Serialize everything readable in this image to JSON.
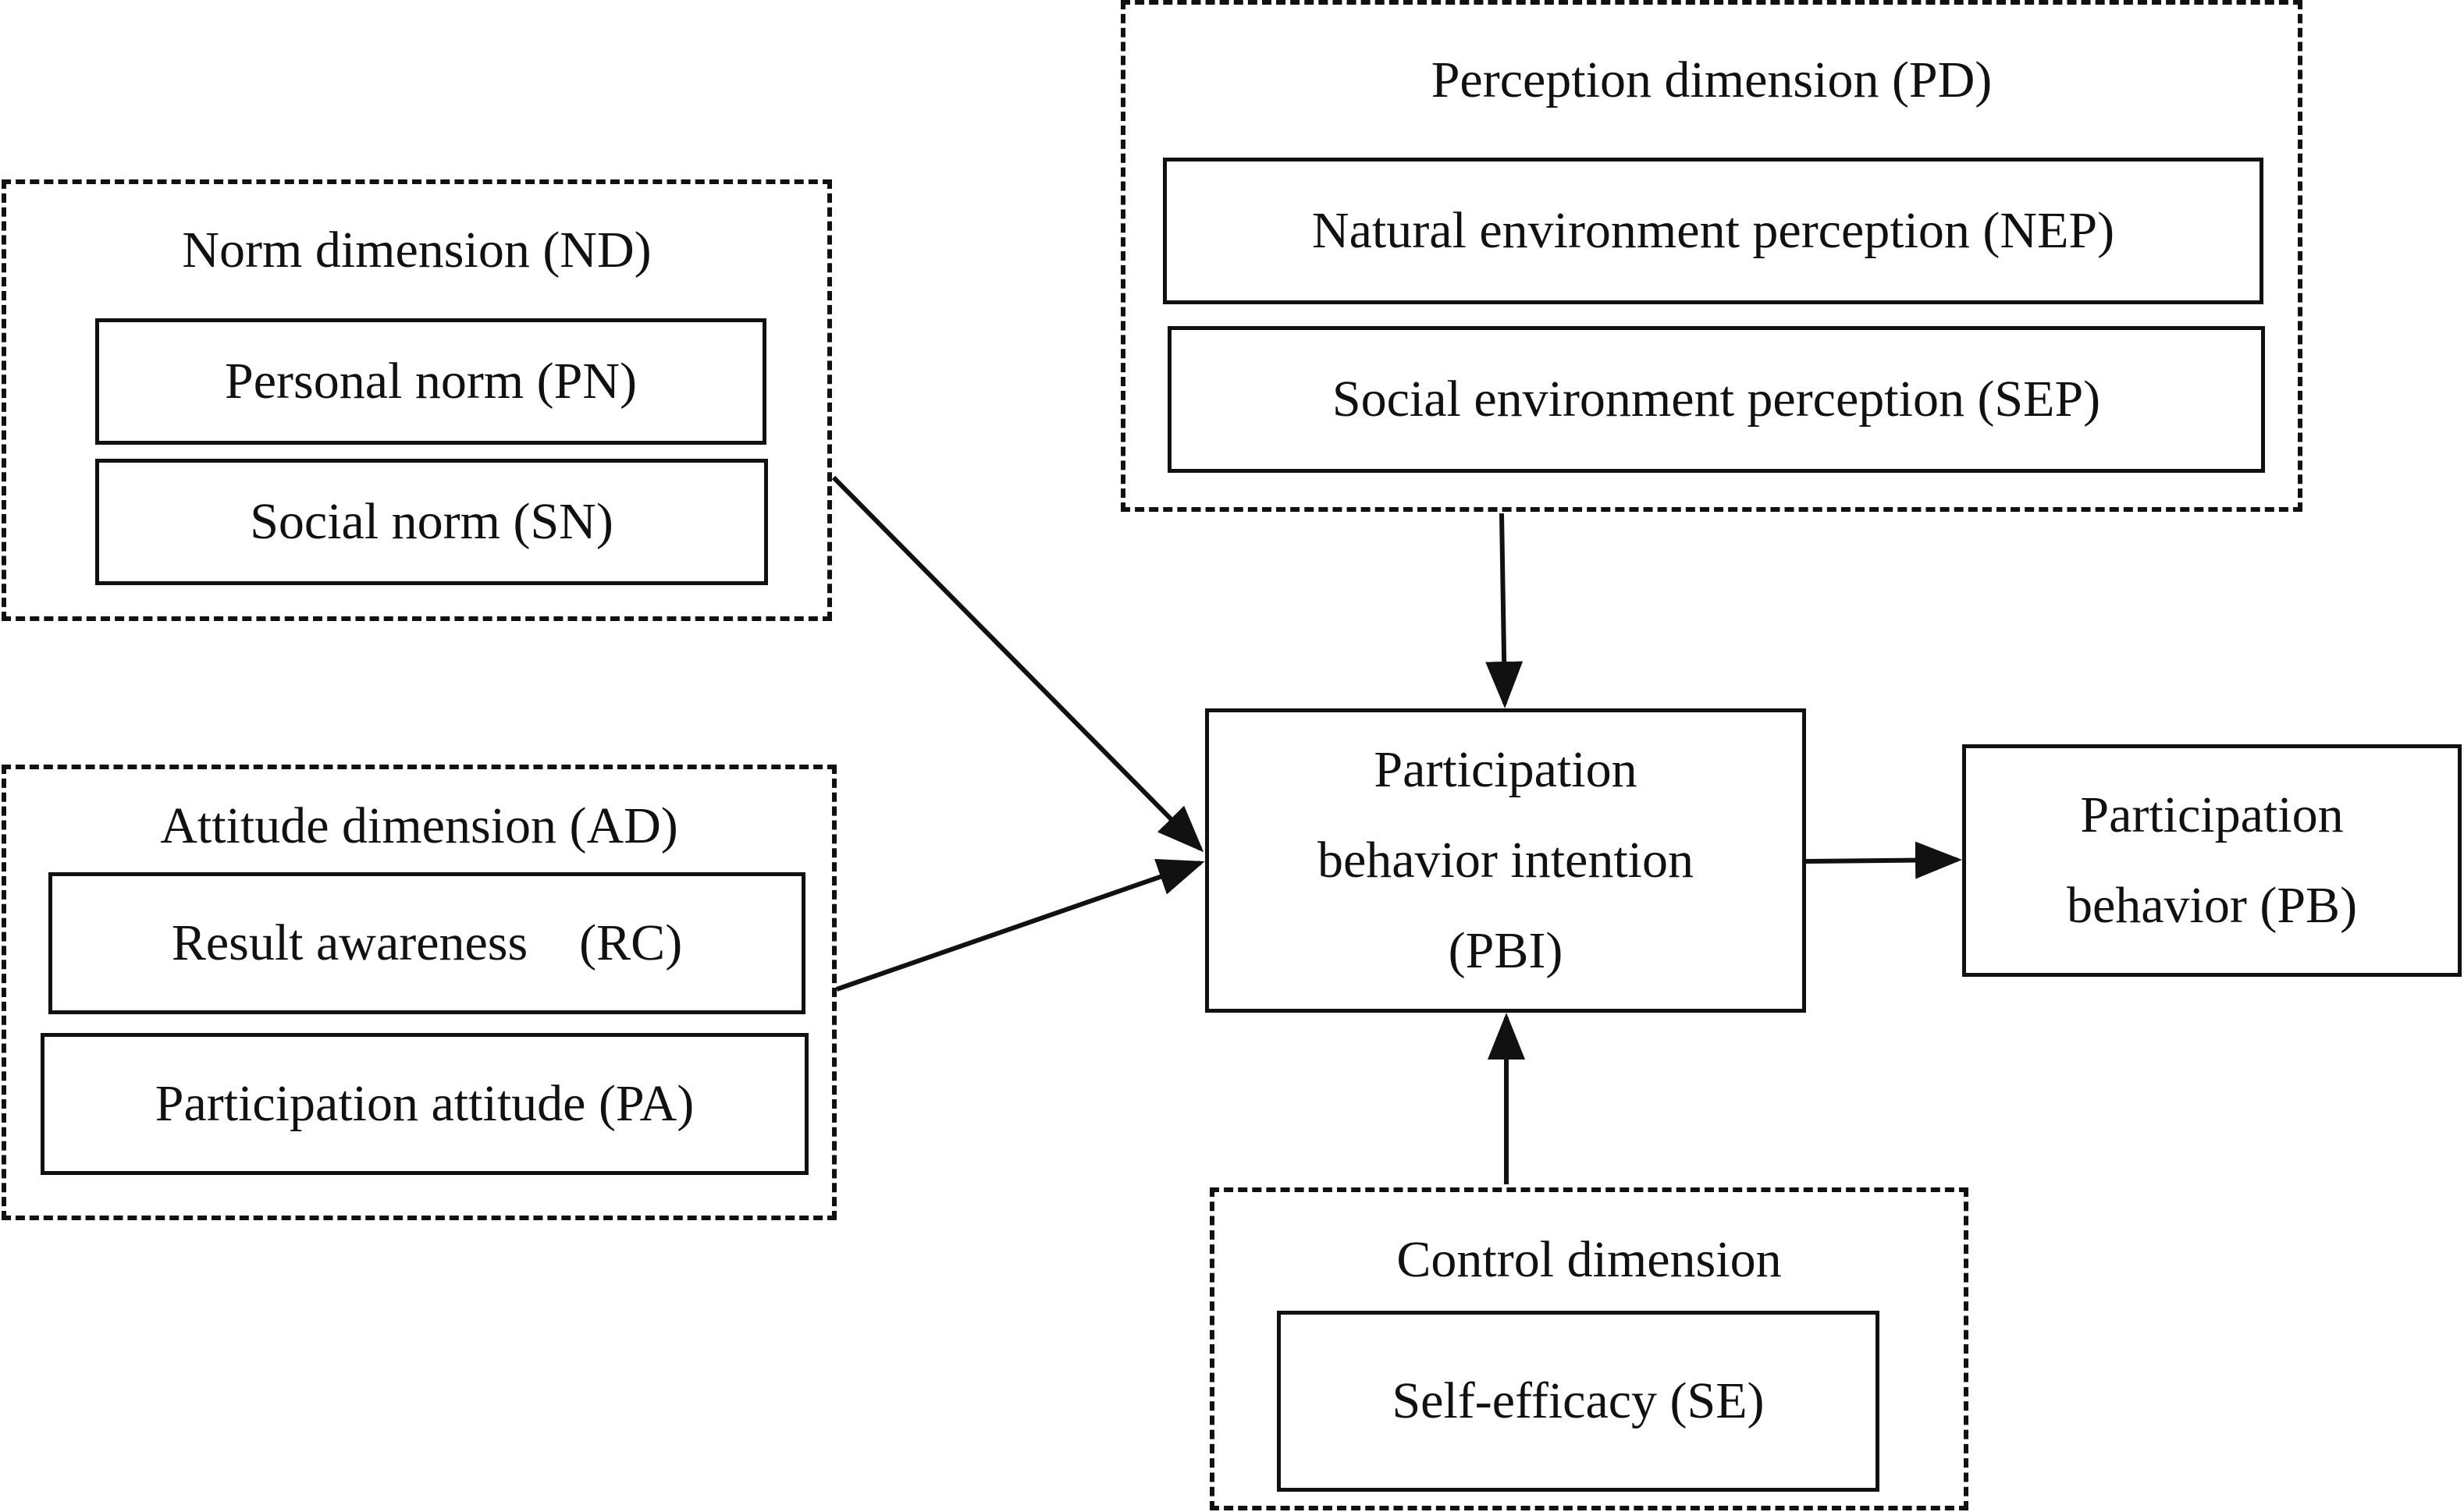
{
  "norm_dimension": {
    "title": "Norm dimension (ND)",
    "items": [
      "Personal norm (PN)",
      "Social norm (SN)"
    ]
  },
  "attitude_dimension": {
    "title": "Attitude dimension (AD)",
    "items": [
      "Result awareness　(RC)",
      "Participation attitude (PA)"
    ]
  },
  "perception_dimension": {
    "title": "Perception dimension (PD)",
    "items": [
      "Natural environment perception (NEP)",
      "Social environment perception (SEP)"
    ]
  },
  "control_dimension": {
    "title": "Control dimension",
    "items": [
      "Self-efficacy (SE)"
    ]
  },
  "pbi": {
    "lines": [
      "Participation",
      "behavior intention",
      "(PBI)"
    ]
  },
  "pb": {
    "lines": [
      "Participation",
      "behavior (PB)"
    ]
  },
  "colors": {
    "line": "#111111",
    "background": "#ffffff"
  }
}
